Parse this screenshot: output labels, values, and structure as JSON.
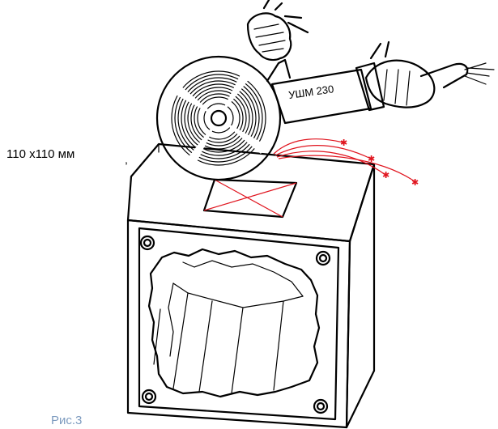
{
  "labels": {
    "tool_model": "УШМ 230",
    "opening_size": "110 х110 мм",
    "figure_caption": "Рис.3"
  },
  "colors": {
    "outline": "#000000",
    "cut_marking": "#e0141e",
    "caption": "#7d9bbf"
  },
  "icons": {
    "tool": "angle-grinder-icon",
    "hands": "hand-icon",
    "block": "ventilation-block-icon"
  }
}
